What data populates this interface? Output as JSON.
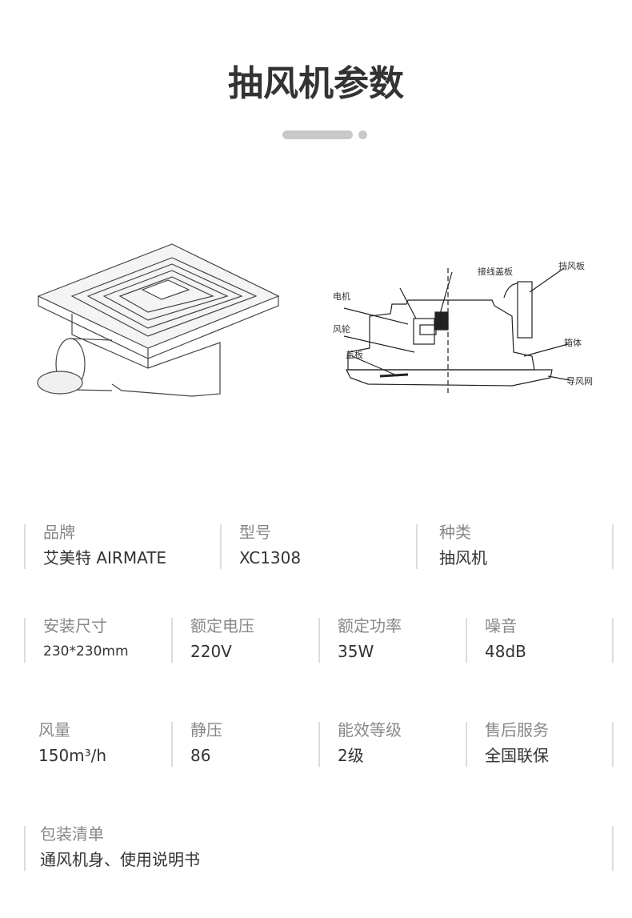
{
  "title": "抽风机参数",
  "diagram_labels": {
    "junction_cover": "接线盖板",
    "baffle": "挡风板",
    "motor": "电机",
    "impeller": "风轮",
    "box": "箱体",
    "cover": "盖板",
    "grille": "导风网"
  },
  "specs": [
    [
      {
        "label": "品牌",
        "value": "艾美特 AIRMATE"
      },
      {
        "label": "型号",
        "value": "XC1308"
      },
      {
        "label": "种类",
        "value": "抽风机"
      }
    ],
    [
      {
        "label": "安装尺寸",
        "value": "230*230mm"
      },
      {
        "label": "额定电压",
        "value": "220V"
      },
      {
        "label": "额定功率",
        "value": "35W"
      },
      {
        "label": "噪音",
        "value": "48dB"
      }
    ],
    [
      {
        "label": "风量",
        "value": "150m³/h"
      },
      {
        "label": "静压",
        "value": "86"
      },
      {
        "label": "能效等级",
        "value": "2级"
      },
      {
        "label": "售后服务",
        "value": "全国联保"
      }
    ],
    [
      {
        "label": "包装清单",
        "value": "通风机身、使用说明书"
      }
    ]
  ]
}
